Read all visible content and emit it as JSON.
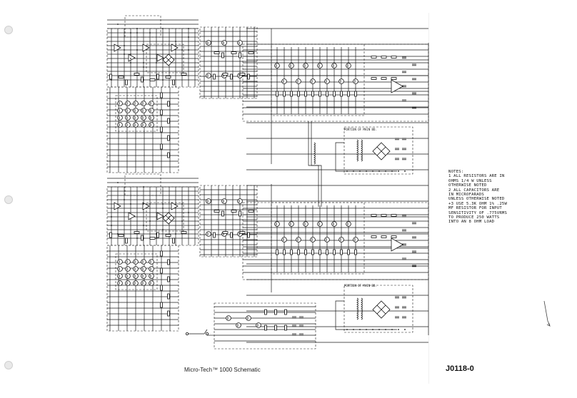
{
  "caption": "Micro-Tech™ 1000 Schematic",
  "doc_number": "J0118-0",
  "notes": {
    "heading": "NOTES:",
    "lines": [
      "1 ALL RESISTORS ARE IN",
      "OHMS 1/4 W UNLESS",
      "OTHERWISE NOTED",
      "2 ALL CAPACITORS ARE",
      "IN MICROFARADS",
      "UNLESS OTHERWISE NOTED",
      "+3 USE 5.3K OHM 1% .25W",
      "MF RESISTOR FOR INPUT",
      "SENSITIVITY OF .775VRMS",
      "TO PRODUCE 250 WATTS",
      "INTO AN 8 OHM LOAD"
    ]
  },
  "box_labels": {
    "main_top": "PORTION OF MAIN BD.",
    "main_bottom": "PORTION OF MAIN BD."
  }
}
